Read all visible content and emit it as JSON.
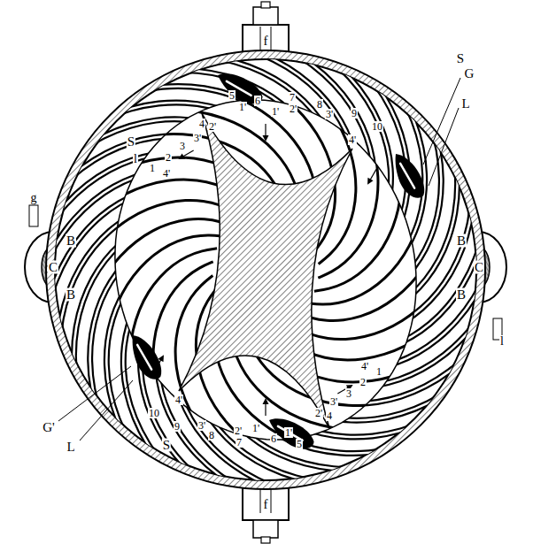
{
  "diagram": {
    "labels": [
      "f",
      "f",
      "g",
      "B",
      "C",
      "B",
      "B",
      "C",
      "B",
      "S",
      "l",
      "S",
      "G",
      "L",
      "G'",
      "L",
      "S",
      "l",
      "1",
      "2",
      "3",
      "4",
      "5",
      "6",
      "7",
      "8",
      "9",
      "10",
      "1'",
      "2'",
      "3'",
      "4'",
      "1'",
      "2'",
      "3'",
      "4'",
      "1",
      "2",
      "3",
      "4",
      "5",
      "6",
      "7",
      "8",
      "9",
      "10",
      "1'",
      "2'",
      "3'",
      "4'",
      "1'",
      "2'",
      "3'",
      "4'"
    ]
  }
}
